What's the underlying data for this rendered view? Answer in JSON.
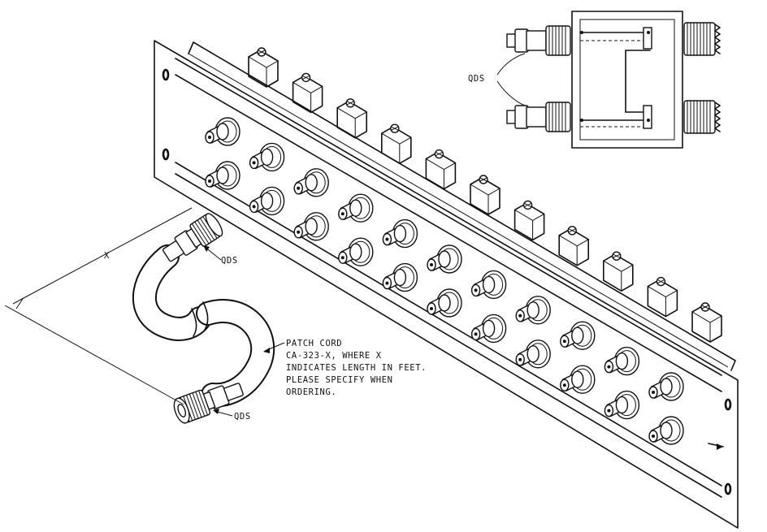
{
  "labels": {
    "qds_inset": "QDS",
    "qds_plug_top": "QDS",
    "qds_plug_bottom": "QDS",
    "length_x": "X",
    "patch_cord_lines": [
      "PATCH CORD",
      "CA-323-X, WHERE X",
      "INDICATES LENGTH IN FEET.",
      "PLEASE SPECIFY WHEN",
      "ORDERING."
    ]
  },
  "colors": {
    "ink": "#111111",
    "paper": "#ffffff"
  },
  "jacks": {
    "rows": 2,
    "per_row": 11
  }
}
